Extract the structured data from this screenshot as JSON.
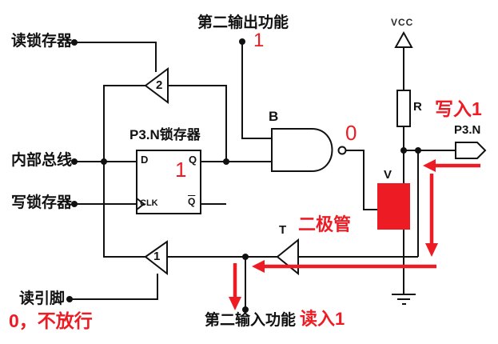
{
  "signals": {
    "read_latch": "读锁存器",
    "internal_bus": "内部总线",
    "write_latch": "写锁存器",
    "read_pin": "读引脚",
    "alt_output_function": "第二输出功能",
    "alt_input_function": "第二输入功能"
  },
  "components": {
    "latch_title": "P3.N锁存器",
    "latch_d": "D",
    "latch_q": "Q",
    "latch_clk": "CLK",
    "latch_qbar": "Q",
    "nand_gate": "B",
    "input_buffer": "T",
    "transistor": "V",
    "pullup_resistor": "R",
    "vcc": "VCC",
    "pin_name": "P3.N",
    "buffer_read_pin": "1",
    "buffer_read_latch": "2"
  },
  "red_annotations": {
    "alt_output_value": "1",
    "nand_output_value": "0",
    "latch_q_value": "1",
    "write_note": "写入1",
    "diode_note": "二极管",
    "read_note": "读入1",
    "blocked_note": "0，不放行"
  },
  "colors": {
    "line": "#111111",
    "accent_red": "#ed1c24",
    "background": "#ffffff"
  }
}
